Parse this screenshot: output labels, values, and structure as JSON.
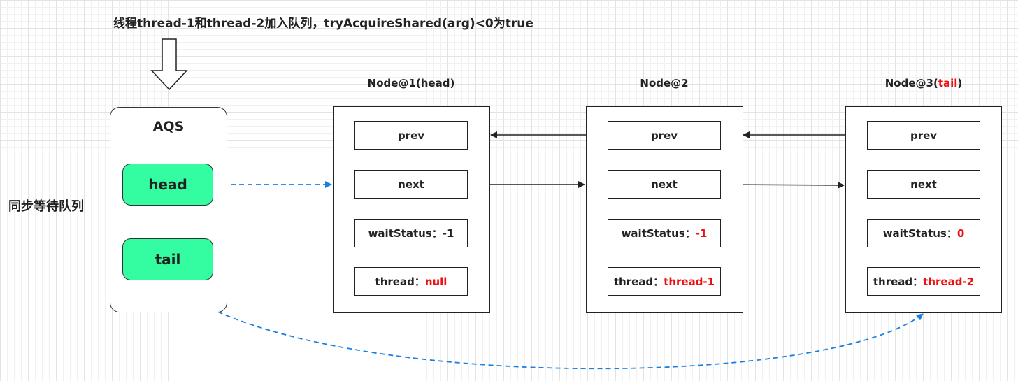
{
  "caption": "线程thread-1和thread-2加入队列，tryAcquireShared(arg)<0为true",
  "queue_label": "同步等待队列",
  "aqs": {
    "title": "AQS",
    "head_label": "head",
    "tail_label": "tail"
  },
  "colors": {
    "pill_fill": "#34fca0",
    "highlight": "#ee1111",
    "dashed_arrow": "#1a7fe0"
  },
  "nodes": [
    {
      "title": "Node@1",
      "title_open": "(",
      "title_tag": "head",
      "title_close": ")",
      "title_tag_red": false,
      "prev": "prev",
      "next": "next",
      "wait_label": "waitStatus：",
      "wait_value": "-1",
      "wait_red": false,
      "thread_label": "thread：",
      "thread_value": "null",
      "thread_red": true
    },
    {
      "title": "Node@2",
      "title_open": "",
      "title_tag": "",
      "title_close": "",
      "title_tag_red": false,
      "prev": "prev",
      "next": "next",
      "wait_label": "waitStatus：",
      "wait_value": "-1",
      "wait_red": true,
      "thread_label": "thread：",
      "thread_value": "thread-1",
      "thread_red": true
    },
    {
      "title": "Node@3",
      "title_open": "(",
      "title_tag": "tail",
      "title_close": ")",
      "title_tag_red": true,
      "prev": "prev",
      "next": "next",
      "wait_label": "waitStatus：",
      "wait_value": "0",
      "wait_red": true,
      "thread_label": "thread：",
      "thread_value": "thread-2",
      "thread_red": true
    }
  ]
}
